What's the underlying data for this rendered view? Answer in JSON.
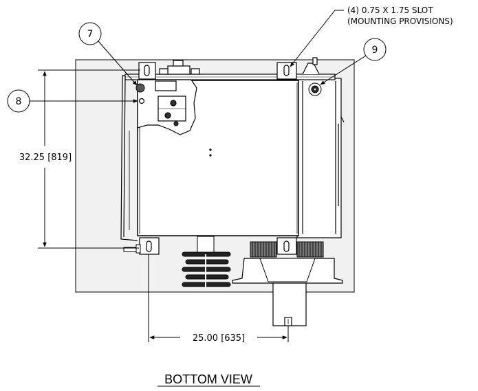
{
  "drawing": {
    "view_title": "BOTTOM VIEW",
    "slot_callout_line1": "(4) 0.75 X 1.75 SLOT",
    "slot_callout_line2": "(MOUNTING PROVISIONS)",
    "dim_vertical": "32.25 [819]",
    "dim_horizontal": "25.00 [635]",
    "balloons": [
      "7",
      "8",
      "9"
    ]
  }
}
